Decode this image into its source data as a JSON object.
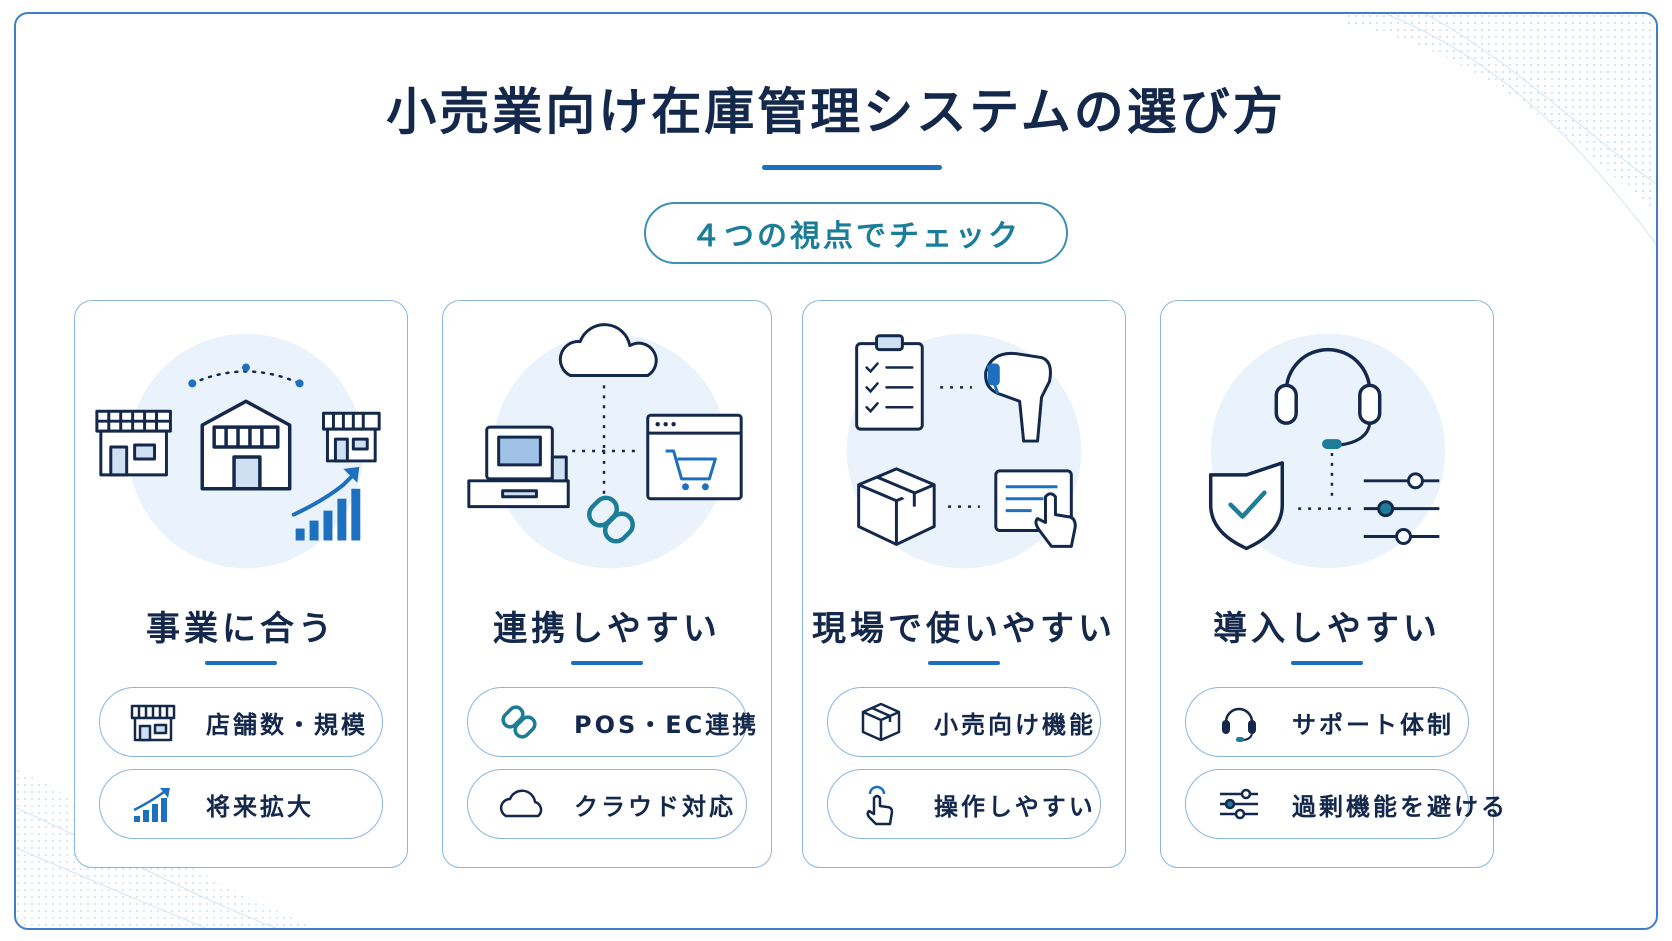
{
  "title": "小売業向け在庫管理システムの選び方",
  "subtitle": "４つの視点でチェック",
  "colors": {
    "navy": "#14284b",
    "blue": "#1d6fc0",
    "teal": "#1c7d98",
    "border": "#8bb6df",
    "frame": "#3f7fc6"
  },
  "cards": [
    {
      "heading": "事業に合う",
      "illustration": [
        "store-network-icon",
        "growth-chart-icon"
      ],
      "items": [
        {
          "icon": "store-icon",
          "label": "店舗数・規模"
        },
        {
          "icon": "growth-chart-icon",
          "label": "将来拡大"
        }
      ]
    },
    {
      "heading": "連携しやすい",
      "illustration": [
        "cloud-icon",
        "pos-register-icon",
        "ec-cart-icon",
        "link-icon"
      ],
      "items": [
        {
          "icon": "link-icon",
          "label": "POS・EC連携"
        },
        {
          "icon": "cloud-icon",
          "label": "クラウド対応"
        }
      ]
    },
    {
      "heading": "現場で使いやすい",
      "illustration": [
        "checklist-icon",
        "barcode-scanner-icon",
        "box-icon",
        "touch-screen-icon"
      ],
      "items": [
        {
          "icon": "box-icon",
          "label": "小売向け機能"
        },
        {
          "icon": "tap-hand-icon",
          "label": "操作しやすい"
        }
      ]
    },
    {
      "heading": "導入しやすい",
      "illustration": [
        "headset-icon",
        "shield-check-icon",
        "sliders-icon"
      ],
      "items": [
        {
          "icon": "headset-icon",
          "label": "サポート体制"
        },
        {
          "icon": "sliders-icon",
          "label": "過剰機能を避ける"
        }
      ]
    }
  ]
}
